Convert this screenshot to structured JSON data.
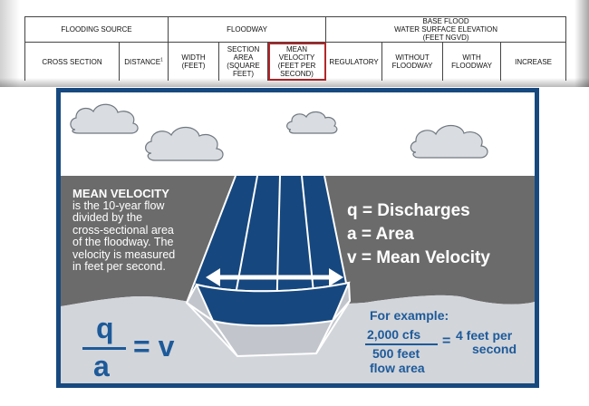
{
  "table": {
    "flooding_source": "FLOODING SOURCE",
    "floodway": "FLOODWAY",
    "base_flood_line1": "BASE FLOOD",
    "base_flood_line2": "WATER SURFACE ELEVATION",
    "base_flood_line3": "(FEET NGVD)",
    "cross_section": "CROSS SECTION",
    "distance": "DISTANCE",
    "distance_note": "1",
    "width_1": "WIDTH",
    "width_2": "(FEET)",
    "section_area_1": "SECTION",
    "section_area_2": "AREA",
    "section_area_3": "(SQUARE",
    "section_area_4": "FEET)",
    "mean_velocity_1": "MEAN",
    "mean_velocity_2": "VELOCITY",
    "mean_velocity_3": "(FEET PER",
    "mean_velocity_4": "SECOND)",
    "regulatory": "REGULATORY",
    "without_1": "WITHOUT",
    "without_2": "FLOODWAY",
    "with_1": "WITH",
    "with_2": "FLOODWAY",
    "increase": "INCREASE",
    "highlight_color": "#b3262a"
  },
  "description": {
    "title": "MEAN VELOCITY",
    "line1": "is the 10-year flow",
    "line2": "divided by the",
    "line3": "cross-sectional area",
    "line4": "of the floodway. The",
    "line5": "velocity is measured",
    "line6": "in feet per second."
  },
  "definitions": {
    "q": "q = Discharges",
    "a": "a = Area",
    "v": "v = Mean Velocity"
  },
  "formula": {
    "numerator": "q",
    "denominator": "a",
    "result": "= v"
  },
  "example": {
    "lead": "For example:",
    "numerator": "2,000 cfs",
    "denominator_line1": "500 feet",
    "denominator_line2": "flow area",
    "equals": "=",
    "result_line1": "4 feet per",
    "result_line2": "second"
  },
  "colors": {
    "frame": "#17497f",
    "channel": "#16477e",
    "ground": "#6b6b6b",
    "foreground": "#d2d5da",
    "accent_text": "#1d5a9a"
  },
  "icons": {
    "clouds": "cloud-icon",
    "arrow": "double-arrow-icon"
  }
}
